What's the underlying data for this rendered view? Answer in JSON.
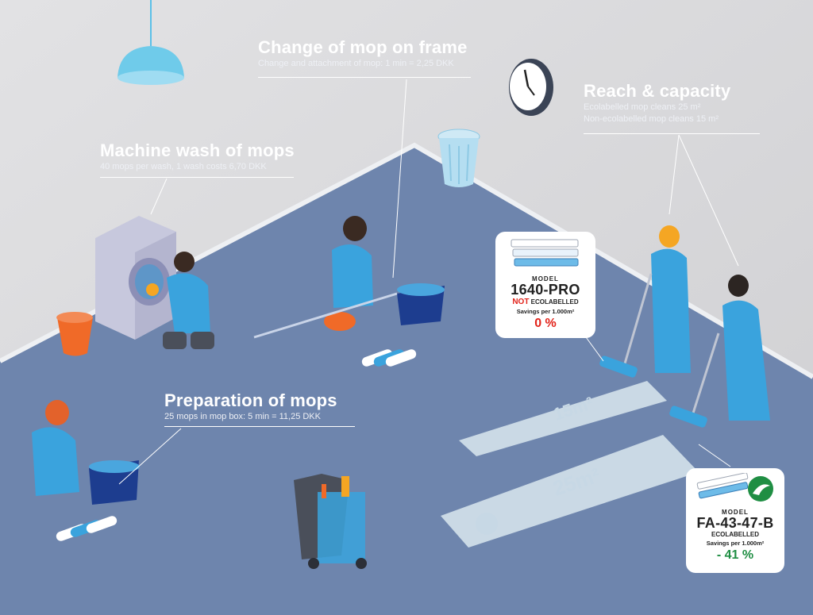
{
  "labels": {
    "change": {
      "title": "Change of mop on frame",
      "sub1": "Change and attachment of mop: 1 min = 2,25 DKK"
    },
    "reach": {
      "title": "Reach & capacity",
      "sub1": "Ecolabelled mop cleans 25 m²",
      "sub2": "Non-ecolabelled mop cleans 15 m²"
    },
    "wash": {
      "title": "Machine wash of mops",
      "sub1": "40 mops per wash, 1 wash costs 6,70 DKK"
    },
    "prep": {
      "title": "Preparation of mops",
      "sub1": "25 mops in mop box: 5 min = 11,25 DKK"
    }
  },
  "cards": {
    "pro": {
      "model_label": "MODEL",
      "code": "1640-PRO",
      "not_word": "NOT",
      "eco_word": "ECOLABELLED",
      "savings_label": "Savings per 1.000m²",
      "savings_value": "0 %",
      "savings_color": "#e2231a"
    },
    "fa": {
      "model_label": "MODEL",
      "code": "FA-43-47-B",
      "eco_word": "ECOLABELLED",
      "savings_label": "Savings per 1.000m²",
      "savings_value": "- 41 %",
      "savings_color": "#1f8e43"
    }
  },
  "floor_marks": {
    "a": "15m²",
    "b": "25m²"
  },
  "colors": {
    "wall": "#d9d9db",
    "floor": "#6e85ad",
    "uniform": "#3aa3dd",
    "accent": "#f5a623"
  },
  "icons": [
    "ceiling-lamp-icon",
    "wall-clock-icon",
    "trash-bin-icon",
    "washing-machine-icon",
    "bucket-icon",
    "cleaning-cart-icon",
    "nordic-swan-icon"
  ]
}
